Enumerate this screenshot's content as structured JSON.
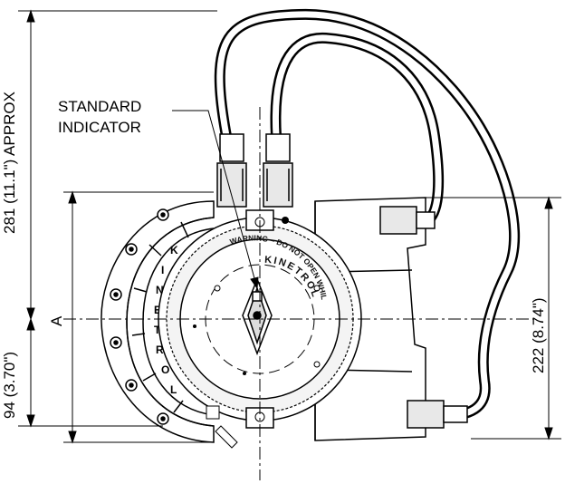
{
  "annotations": {
    "indicator_line1": "STANDARD",
    "indicator_line2": "INDICATOR"
  },
  "dimensions": {
    "overall_height": "281 (11.1\") APPROX",
    "lower_height": "94 (3.70\")",
    "body_width": "222 (8.74\")",
    "dim_a": "A"
  },
  "dial": {
    "warning_text": "WARNING – DO NOT OPEN WHILE ENERGISED",
    "brand_text": "KINETROL"
  },
  "side_cover": {
    "brand_letters": [
      "K",
      "I",
      "N",
      "E",
      "T",
      "R",
      "O",
      "L"
    ]
  }
}
